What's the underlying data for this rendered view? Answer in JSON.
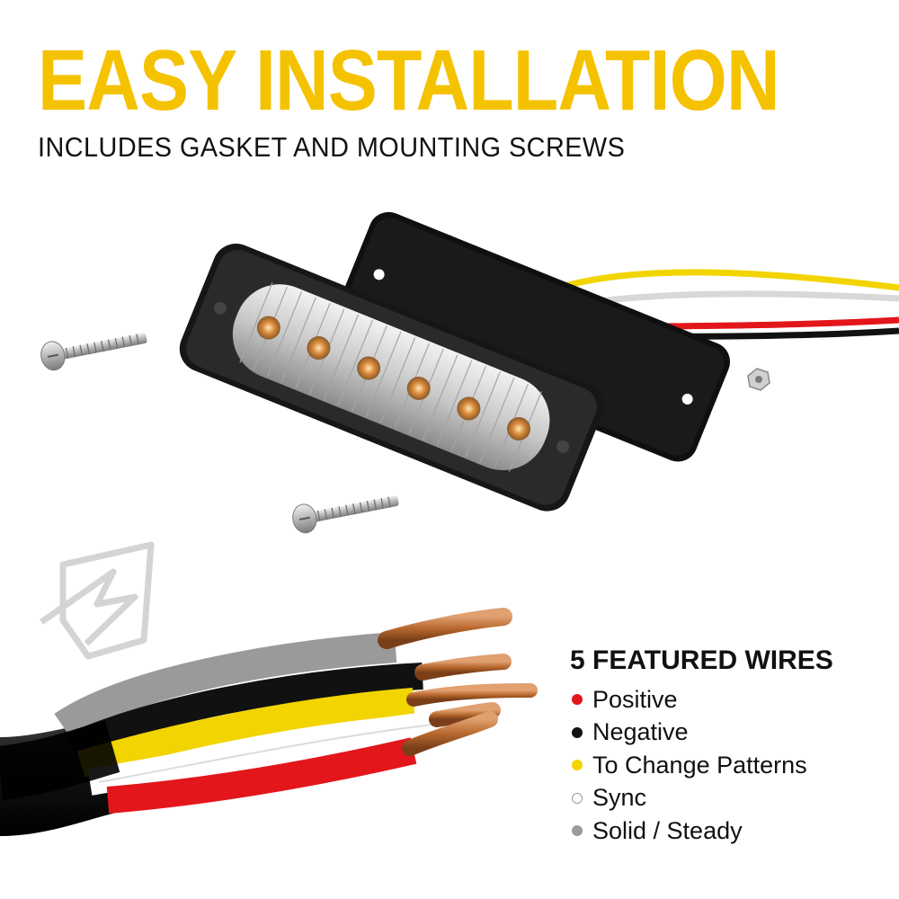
{
  "header": {
    "title": "EASY INSTALLATION",
    "subtitle": "INCLUDES GASKET AND MOUNTING SCREWS"
  },
  "brand": {
    "logo": "xk-shield-logo"
  },
  "product": {
    "icons": [
      "led-light-bar-icon",
      "gasket-icon",
      "screw-icon",
      "hex-nut-icon",
      "wire-bundle-icon"
    ],
    "led_count": 6
  },
  "wire_legend": {
    "title": "5 FEATURED WIRES",
    "items": [
      {
        "label": "Positive",
        "color": "#e3161b"
      },
      {
        "label": "Negative",
        "color": "#111111"
      },
      {
        "label": "To Change Patterns",
        "color": "#f2d400"
      },
      {
        "label": "Sync",
        "color": "#ffffff"
      },
      {
        "label": "Solid / Steady",
        "color": "#9a9a9a"
      }
    ]
  },
  "colors": {
    "title": "#f5c200",
    "text": "#111111",
    "background": "#ffffff"
  }
}
